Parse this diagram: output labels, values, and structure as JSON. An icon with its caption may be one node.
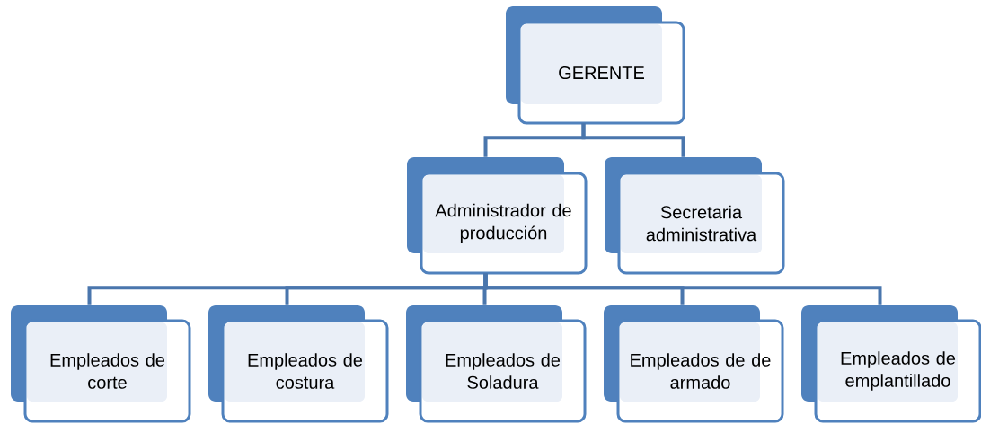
{
  "diagram": {
    "nodes": [
      {
        "text": [
          "GERENTE"
        ]
      },
      {
        "text": [
          "Administrador de producción"
        ]
      },
      {
        "text": [
          "Secretaria administrativa"
        ]
      },
      {
        "text": [
          "Empleados de corte"
        ]
      },
      {
        "text": [
          "Empleados de costura"
        ]
      },
      {
        "text": [
          "Empleados de Soladura"
        ]
      },
      {
        "text": [
          "Empleados de de armado"
        ]
      },
      {
        "text": [
          "Empleados de emplantillado"
        ]
      }
    ],
    "edges": [
      {
        "from": 0,
        "to": 1,
        "arrow": "none"
      },
      {
        "from": 0,
        "to": 2,
        "arrow": "none"
      },
      {
        "from": 1,
        "to": 3,
        "arrow": "none"
      },
      {
        "from": 1,
        "to": 4,
        "arrow": "none"
      },
      {
        "from": 1,
        "to": 5,
        "arrow": "none"
      },
      {
        "from": 1,
        "to": 6,
        "arrow": "none"
      },
      {
        "from": 1,
        "to": 7,
        "arrow": "none"
      }
    ]
  }
}
